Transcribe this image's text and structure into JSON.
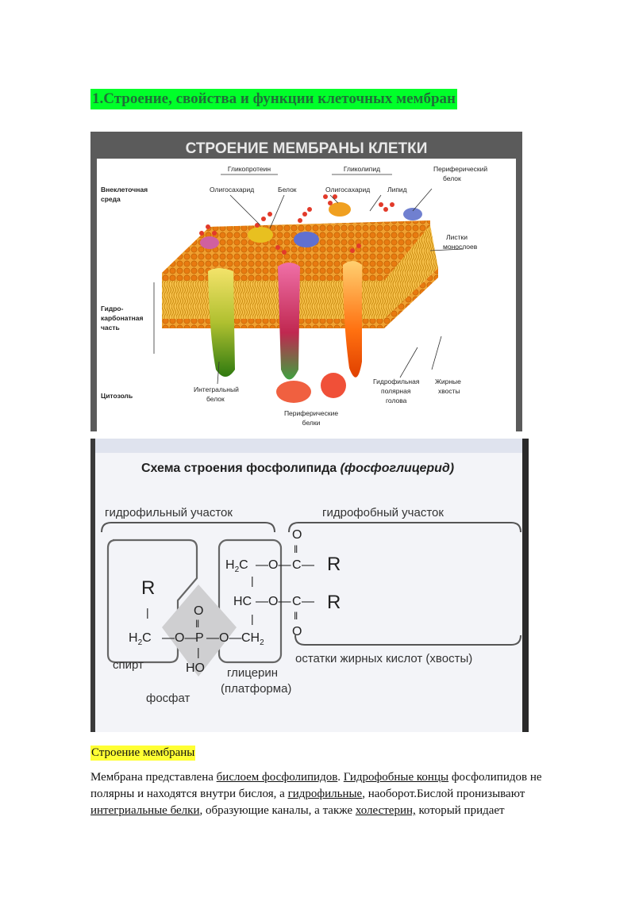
{
  "heading": "1.Строение, свойства и функции клеточных мембран",
  "figure1": {
    "title": "СТРОЕНИЕ МЕМБРАНЫ КЛЕТКИ",
    "labels": {
      "glycoprotein": "Гликопротеин",
      "glycolipid": "Гликолипид",
      "peripheral_protein_top": [
        "Периферический",
        "белок"
      ],
      "extracellular": [
        "Внеклеточная",
        "среда"
      ],
      "oligosaccharide1": "Олигосахарид",
      "protein": "Белок",
      "oligosaccharide2": "Олигосахарид",
      "lipid": "Липид",
      "monolayer": [
        "Листки",
        "монослоев"
      ],
      "hydrocarbon": [
        "Гидро-",
        "карбонатная",
        "часть"
      ],
      "cytosol": "Цитозоль",
      "integral_protein": [
        "Интегральный",
        "белок"
      ],
      "peripheral_proteins": [
        "Периферические",
        "белки"
      ],
      "hydrophilic_head": [
        "Гидрофильная",
        "полярная",
        "голова"
      ],
      "fatty_tails": [
        "Жирные",
        "хвосты"
      ]
    }
  },
  "figure2": {
    "title": "Схема строения фосфолипида",
    "title_italic": "(фосфоглицерид)",
    "hydrophilic": "гидрофильный участок",
    "hydrophobic": "гидрофобный  участок",
    "alcohol": "спирт",
    "phosphate": "фосфат",
    "glycerol": [
      "глицерин",
      "(платформа)"
    ],
    "acids": "остатки жирных кислот (хвосты)",
    "chem": {
      "R": "R",
      "O": "O",
      "P": "P",
      "HO": "HO",
      "H2C": "H",
      "sub2": "2",
      "C": "C",
      "HC": "HC",
      "CH": "CH",
      "dash": "—",
      "vbar": "|",
      "dbl": "‖"
    }
  },
  "subheading": "Строение мембраны",
  "paragraph": {
    "t1": "Мембрана представлена ",
    "u1": "бислоем фосфолипидов",
    "t2": ". ",
    "u2": "Гидрофобные концы",
    "t3": " фосфолипидов не полярны и находятся внутри бислоя, а ",
    "u3": "гидрофильные",
    "t4": ", наоборот.Бислой пронизывают ",
    "u4": "интегриальные белки",
    "t5": ", образующие каналы, а также ",
    "u5": "холестерин,",
    "t6": " который придает"
  }
}
